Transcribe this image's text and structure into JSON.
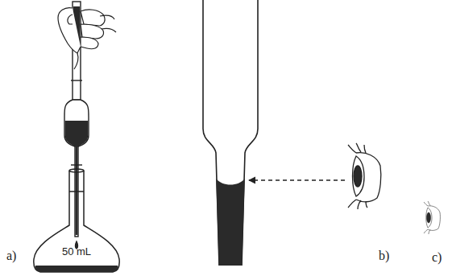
{
  "diagram": {
    "labels": [
      "a)",
      "50 mL",
      "b)",
      "c)"
    ]
  }
}
